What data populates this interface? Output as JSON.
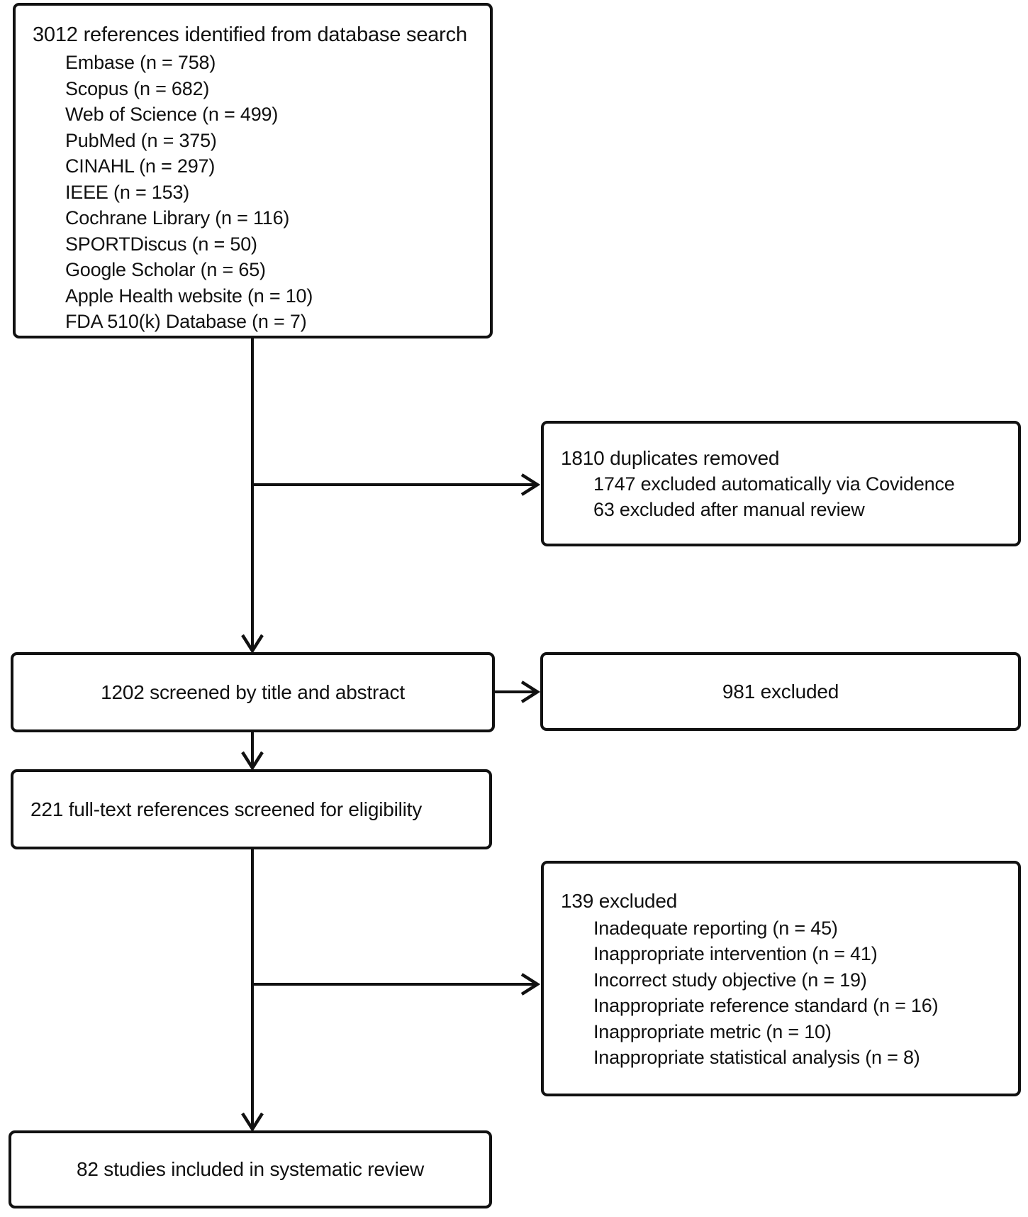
{
  "diagram": {
    "colors": {
      "line": "#111111",
      "text": "#111111",
      "background": "#ffffff"
    },
    "identified": {
      "title": "3012 references identified from database search",
      "items": [
        "Embase (n = 758)",
        "Scopus (n = 682)",
        "Web of Science (n = 499)",
        "PubMed (n = 375)",
        "CINAHL (n = 297)",
        "IEEE (n = 153)",
        "Cochrane Library (n = 116)",
        "SPORTDiscus (n = 50)",
        "Google Scholar (n = 65)",
        "Apple Health website (n = 10)",
        "FDA 510(k) Database (n = 7)"
      ]
    },
    "duplicates": {
      "title": "1810 duplicates removed",
      "items": [
        "1747 excluded automatically via Covidence",
        "63 excluded after manual review"
      ]
    },
    "screened": {
      "label": "1202 screened by title and abstract"
    },
    "excluded_screening": {
      "label": "981 excluded"
    },
    "fulltext": {
      "label": "221 full-text references screened for eligibility"
    },
    "excluded_fulltext": {
      "title": "139 excluded",
      "items": [
        "Inadequate reporting (n = 45)",
        "Inappropriate intervention (n = 41)",
        "Incorrect study objective (n = 19)",
        "Inappropriate reference standard (n = 16)",
        "Inappropriate metric (n = 10)",
        "Inappropriate statistical analysis (n = 8)"
      ]
    },
    "included": {
      "label": "82 studies included in systematic review"
    }
  }
}
